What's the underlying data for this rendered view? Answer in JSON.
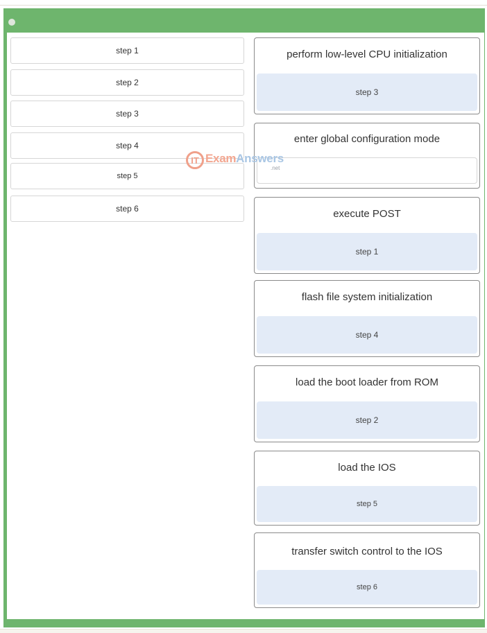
{
  "colors": {
    "frame": "#6eb56d",
    "dropzone": "#e3ebf7",
    "item_border": "#d6d6d6",
    "target_border": "#8a8a8a"
  },
  "source_items": [
    {
      "label": "step 1"
    },
    {
      "label": "step 2"
    },
    {
      "label": "step 3"
    },
    {
      "label": "step 4"
    },
    {
      "label": "step 5"
    },
    {
      "label": "step 6"
    }
  ],
  "targets": [
    {
      "title": "perform low-level CPU initialization",
      "answer": "step 3"
    },
    {
      "title": "enter global configuration mode",
      "answer": ""
    },
    {
      "title": "execute POST",
      "answer": "step 1"
    },
    {
      "title": "flash file system initialization",
      "answer": "step 4"
    },
    {
      "title": "load the boot loader from ROM",
      "answer": "step 2"
    },
    {
      "title": "load the IOS",
      "answer": "step 5"
    },
    {
      "title": "transfer switch control to the IOS",
      "answer": "step 6"
    }
  ],
  "watermark": {
    "part1": "Exam",
    "part2": "Answers",
    "suffix": ".net",
    "logo": "IT"
  }
}
